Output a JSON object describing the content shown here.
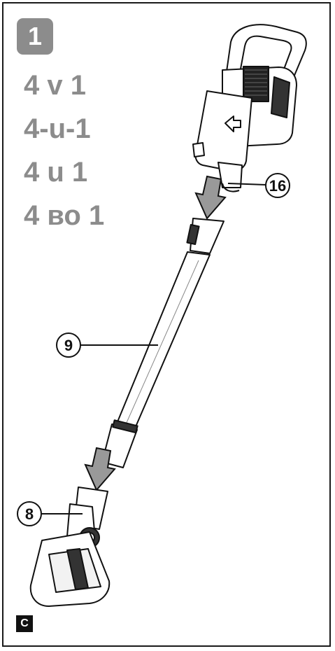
{
  "step": {
    "number": "1"
  },
  "captions": [
    "4 v 1",
    "4-u-1",
    "4 u 1",
    "4 во 1"
  ],
  "callouts": {
    "c16": "16",
    "c9": "9",
    "c8": "8"
  },
  "section": {
    "label": "C"
  },
  "colors": {
    "gray_text": "#8c8c8c",
    "ink": "#111111"
  }
}
